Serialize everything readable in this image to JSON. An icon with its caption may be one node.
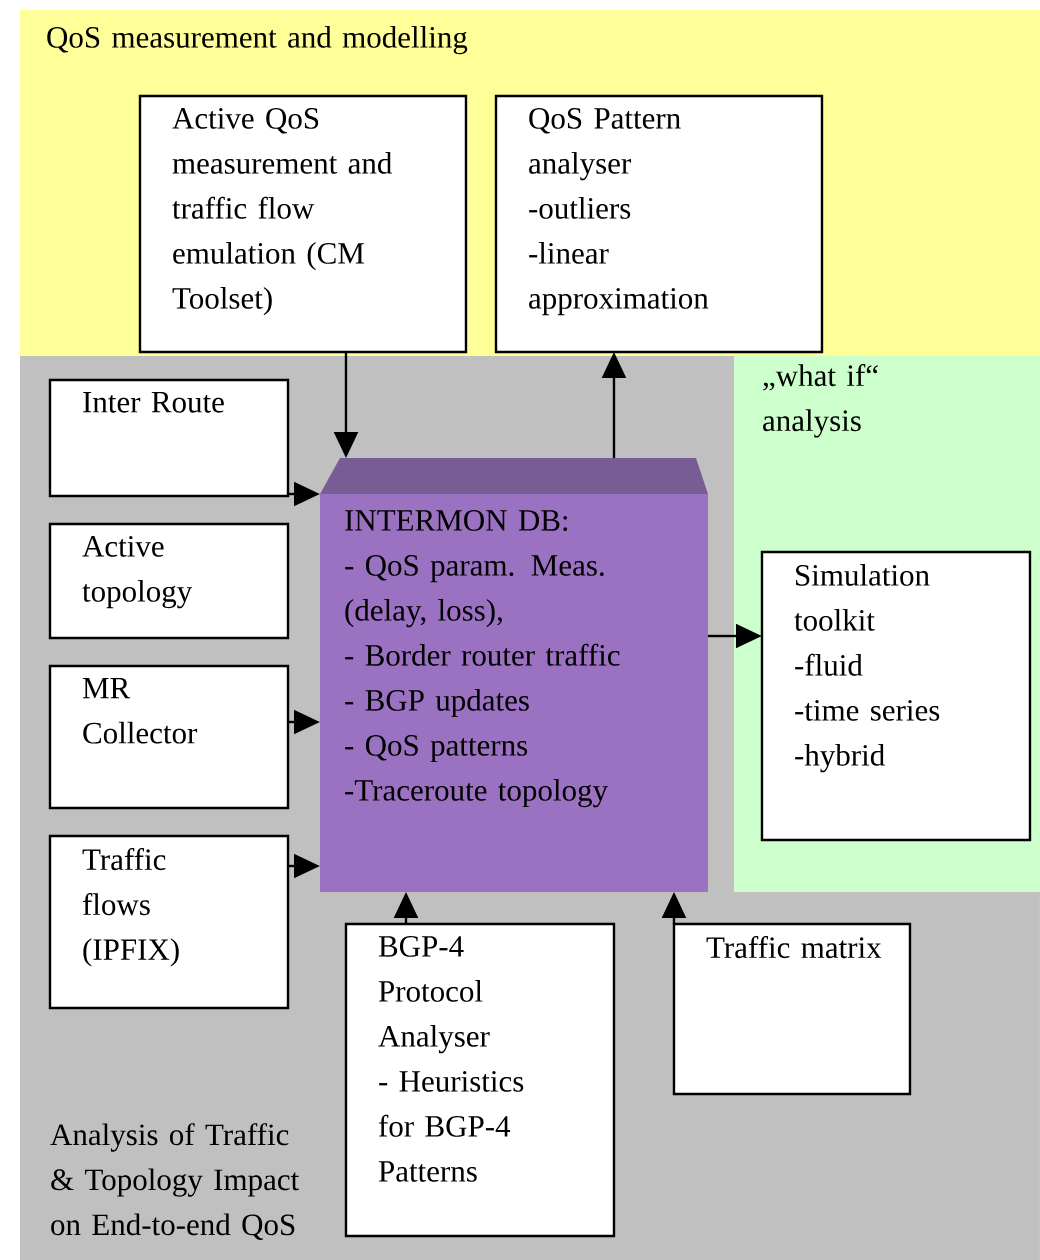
{
  "diagram": {
    "nodes": [
      {
        "text": [
          "QoS measurement and modelling"
        ]
      },
      {
        "text": [
          "Active QoS measurement and traffic flow emulation (CM Toolset)"
        ],
        "in": 0
      },
      {
        "text": [
          "QoS Pattern analyser",
          "-outliers",
          "-linear approximation"
        ],
        "in": 0
      },
      {
        "text": [
          "Analysis of Traffic & Topology Impact on End-to-end QoS"
        ]
      },
      {
        "text": [
          "Inter Route"
        ],
        "in": 3
      },
      {
        "text": [
          "Active topology"
        ],
        "in": 3
      },
      {
        "text": [
          "MR Collector"
        ],
        "in": 3
      },
      {
        "text": [
          "Traffic flows (IPFIX)"
        ],
        "in": 3
      },
      {
        "text": [
          "INTERMON DB:",
          "- QoS param.  Meas. (delay, loss),",
          "- Border router traffic",
          "- BGP updates",
          "- QoS patterns",
          "-Traceroute topology"
        ],
        "in": 3
      },
      {
        "text": [
          "BGP-4 Protocol Analyser",
          "- Heuristics for BGP-4 Patterns"
        ],
        "in": 3
      },
      {
        "text": [
          "Traffic matrix"
        ],
        "in": 3
      },
      {
        "text": [
          "„what if“ analysis"
        ],
        "in": 3
      },
      {
        "text": [
          "Simulation toolkit",
          "-fluid",
          "-time series",
          "-hybrid"
        ],
        "in": 11
      }
    ],
    "edges": [
      {
        "from": 1,
        "to": 8,
        "arrow": "to"
      },
      {
        "from": 8,
        "to": 2,
        "arrow": "to"
      },
      {
        "from": 4,
        "to": 8,
        "arrow": "to"
      },
      {
        "from": 6,
        "to": 8,
        "arrow": "to"
      },
      {
        "from": 7,
        "to": 8,
        "arrow": "to"
      },
      {
        "from": 9,
        "to": 8,
        "arrow": "to"
      },
      {
        "from": 10,
        "to": 8,
        "arrow": "to"
      },
      {
        "from": 8,
        "to": 12,
        "arrow": "to"
      }
    ]
  }
}
